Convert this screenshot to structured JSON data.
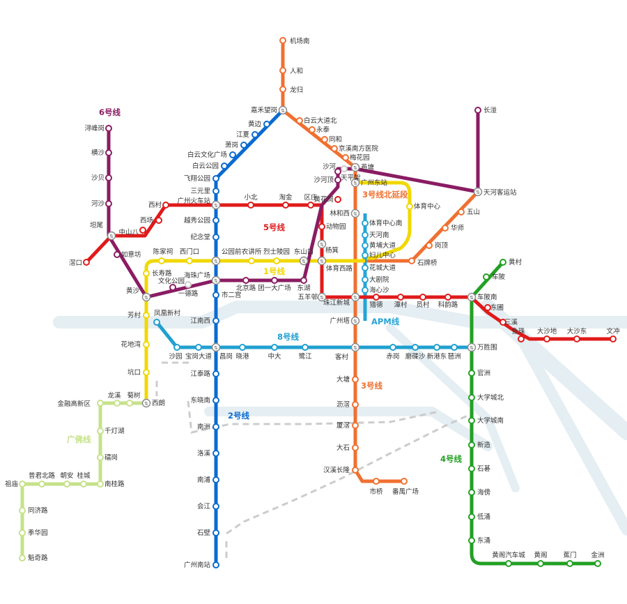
{
  "colors": {
    "line1": "#f0d800",
    "line2": "#0a6bd0",
    "line3": "#f07030",
    "line4": "#23a023",
    "line5": "#e01a1a",
    "line6": "#8a1c63",
    "line8": "#20a0d0",
    "apm": "#26a4d6",
    "guangfo": "#c6e28a",
    "river": "#e4eef3",
    "planned": "#cccccc"
  },
  "lines": {
    "line1": "1号线",
    "line2": "2号线",
    "line3": "3号线",
    "line3ext": "3号线北延段",
    "line4": "4号线",
    "line5": "5号线",
    "line6": "6号线",
    "line8": "8号线",
    "apm": "APM线",
    "guangfo": "广佛线"
  },
  "stations": {
    "s1": "机场南",
    "s2": "人和",
    "s3": "龙归",
    "s4": "嘉禾望岗",
    "s5": "白云大道北",
    "s6": "永泰",
    "s7": "同和",
    "s8": "京溪南方医院",
    "s9": "梅花园",
    "s10": "燕塘",
    "s11": "黄边",
    "s12": "江夏",
    "s13": "萧岗",
    "s14": "白云文化广场",
    "s15": "白云公园",
    "s16": "飞翔公园",
    "s17": "三元里",
    "s18": "广州火车站",
    "s19": "越秀公园",
    "s20": "纪念堂",
    "s21": "公园前",
    "s22": "海珠广场",
    "s23": "市二宫",
    "s24": "江南西",
    "s25": "昌岗",
    "s26": "江泰路",
    "s27": "东晓南",
    "s28": "南洲",
    "s29": "洛溪",
    "s30": "南浦",
    "s31": "会江",
    "s32": "石壁",
    "s33": "广州南站",
    "s34": "长湴",
    "s35": "天河客运站",
    "s36": "五山",
    "s37": "华师",
    "s38": "岗顶",
    "s39": "石牌桥",
    "s40": "体育西路",
    "s41": "珠江新城",
    "s42": "广州塔",
    "s43": "客村",
    "s44": "大塘",
    "s45": "沥滘",
    "s46": "厦滘",
    "s47": "大石",
    "s48": "汉溪长隆",
    "s49": "市桥",
    "s50": "番禺广场",
    "s51": "广州东站",
    "s52": "林和西",
    "s53": "体育中心",
    "s54": "黄花岗",
    "s55": "动物园",
    "s56": "杨箕",
    "s57": "五羊邨",
    "s58": "猎德",
    "s59": "潭村",
    "s60": "员村",
    "s61": "科韵路",
    "s62": "车陂南",
    "s63": "东圃",
    "s64": "三溪",
    "s65": "鱼珠",
    "s66": "大沙地",
    "s67": "大沙东",
    "s68": "文冲",
    "s69": "小北",
    "s70": "淘金",
    "s71": "区庄",
    "s72": "西村",
    "s73": "西场",
    "s74": "中山八",
    "s75": "滘口",
    "s76": "坦尾",
    "s77": "如意坊",
    "s78": "黄沙",
    "s79": "长寿路",
    "s80": "陈家祠",
    "s81": "西门口",
    "s82": "农讲所",
    "s83": "烈士陵园",
    "s84": "东山口",
    "s85": "体育中心南",
    "s86": "天河南",
    "s87": "黄埔大道",
    "s88": "妇儿中心",
    "s89": "花城大道",
    "s90": "大剧院",
    "s91": "海心沙",
    "s92": "浔峰岗",
    "s93": "横沙",
    "s94": "沙贝",
    "s95": "河沙",
    "s96": "文化公园",
    "s97": "一德路",
    "s98": "北京路",
    "s99": "团一大广场",
    "s100": "东湖",
    "s101": "沙河顶",
    "s102": "天平架",
    "s103": "沙河",
    "s104": "芳村",
    "s105": "花地湾",
    "s106": "坑口",
    "s107": "西朗",
    "s108": "凤凰新村",
    "s109": "沙园",
    "s110": "宝岗大道",
    "s111": "晓港",
    "s112": "中大",
    "s113": "鹭江",
    "s114": "赤岗",
    "s115": "磨碟沙",
    "s116": "新港东",
    "s117": "琶洲",
    "s118": "万胜围",
    "s119": "黄村",
    "s120": "车陂",
    "s121": "官洲",
    "s122": "大学城北",
    "s123": "大学城南",
    "s124": "新造",
    "s125": "石碁",
    "s126": "海傍",
    "s127": "低涌",
    "s128": "东涌",
    "s129": "黄阁汽车城",
    "s130": "黄阁",
    "s131": "蕉门",
    "s132": "金洲",
    "s133": "龙溪",
    "s134": "菊树",
    "s135": "金融高新区",
    "s136": "千灯湖",
    "s137": "礌岗",
    "s138": "南桂路",
    "s139": "桂城",
    "s140": "朝安",
    "s141": "普君北路",
    "s142": "祖庙",
    "s143": "同济路",
    "s144": "季华园",
    "s145": "魁奇路"
  }
}
